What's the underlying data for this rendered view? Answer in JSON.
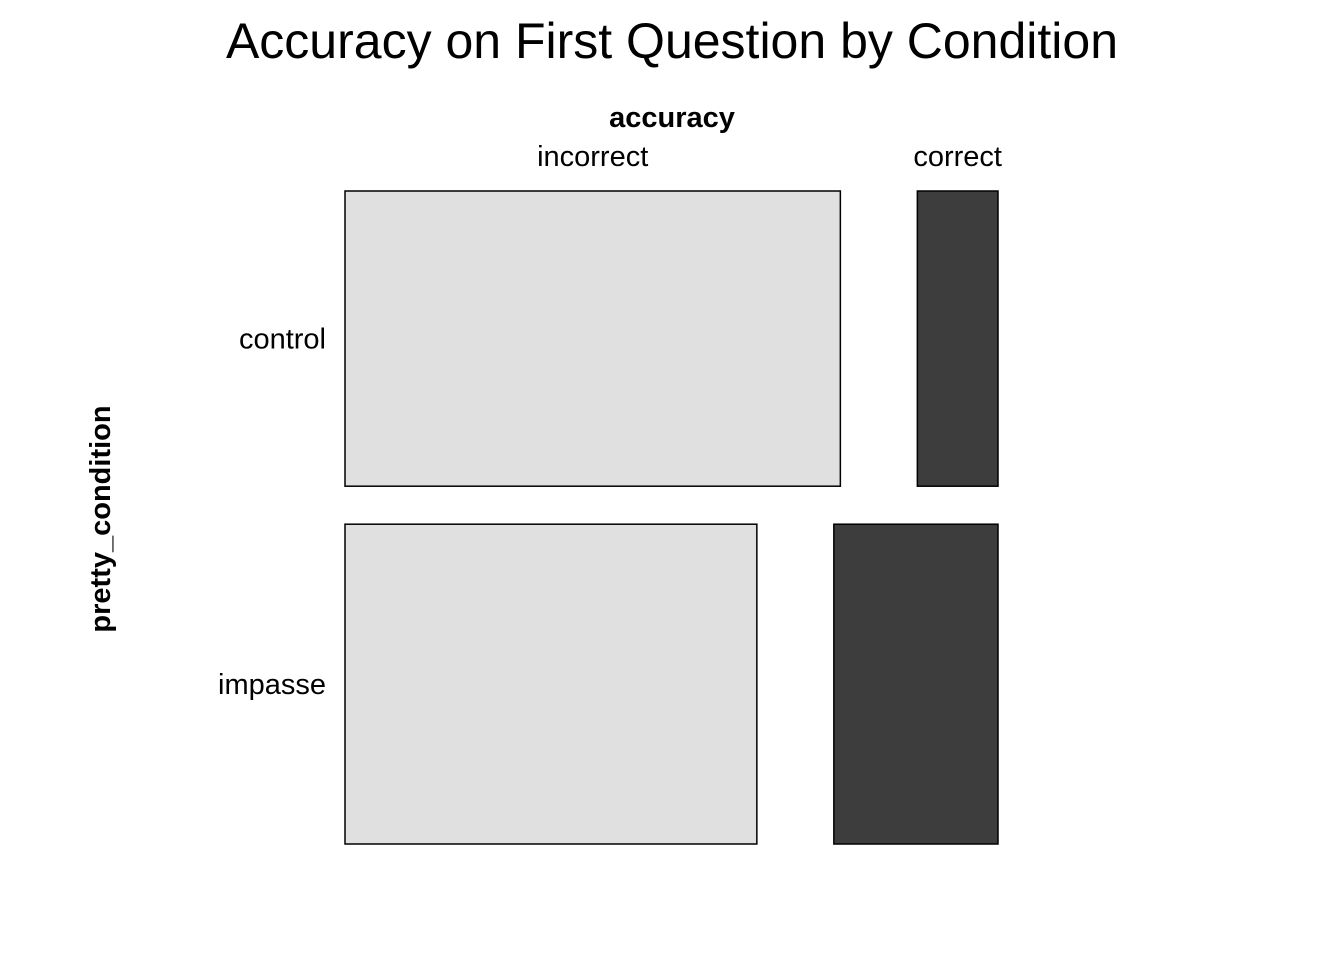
{
  "chart_data": {
    "type": "mosaic",
    "title": "Accuracy on First Question by Condition",
    "column_variable": "accuracy",
    "row_variable": "pretty_condition",
    "columns": [
      "incorrect",
      "correct"
    ],
    "rows": [
      "control",
      "impasse"
    ],
    "row_shares": [
      0.48,
      0.52
    ],
    "cell_shares": [
      {
        "row": "control",
        "values": [
          0.86,
          0.14
        ]
      },
      {
        "row": "impasse",
        "values": [
          0.715,
          0.285
        ]
      }
    ],
    "colors": {
      "incorrect": "#e0e0e0",
      "correct": "#3d3d3d"
    }
  }
}
